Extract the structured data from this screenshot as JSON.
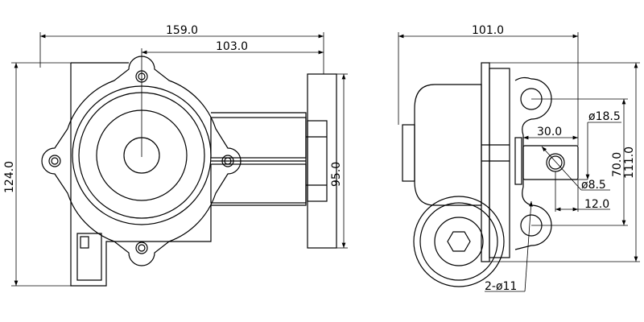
{
  "front_view": {
    "dims": {
      "overall_width": "159.0",
      "center_offset": "103.0",
      "height": "124.0",
      "bracket_height": "95.0"
    }
  },
  "side_view": {
    "dims": {
      "overall_depth": "101.0",
      "overall_height": "111.0",
      "hole_spacing": "70.0",
      "boss_length": "30.0",
      "boss_diameter": "ø18.5",
      "bore_diameter": "ø8.5",
      "bore_offset": "12.0",
      "mount_holes": "2-ø11"
    }
  },
  "colors": {
    "line": "#000000",
    "background": "#ffffff"
  }
}
